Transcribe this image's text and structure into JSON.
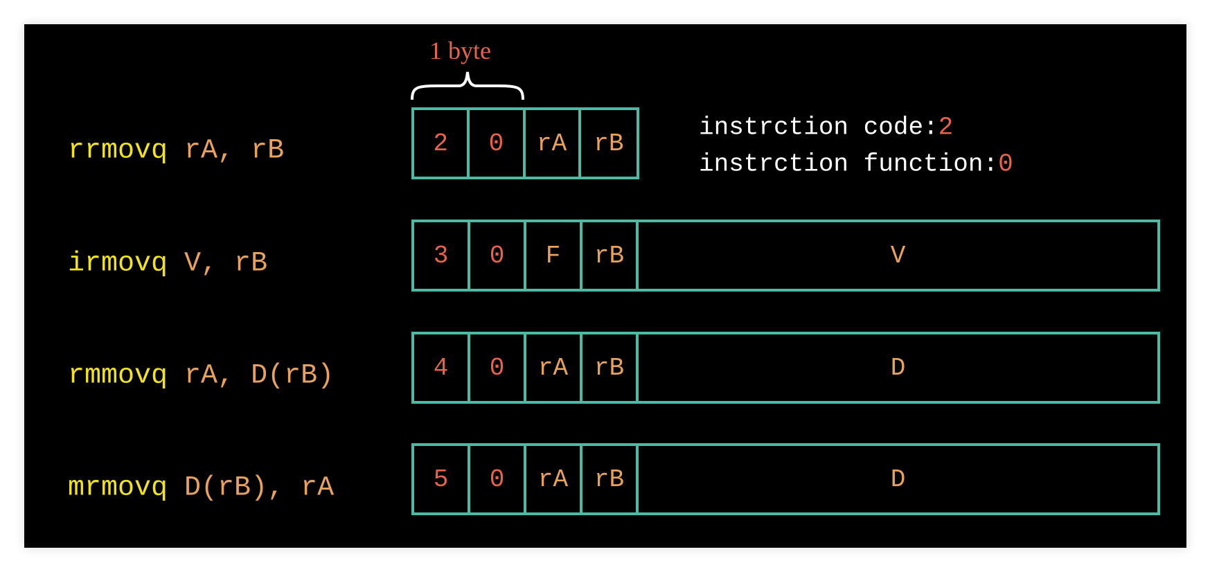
{
  "byte_label": "1 byte",
  "info": {
    "code_label": "instrction code:",
    "code_value": "2",
    "function_label": "instrction function:",
    "function_value": "0"
  },
  "rows": [
    {
      "mnemonic": "rrmovq",
      "operands": "rA, rB",
      "cells": [
        "2",
        "0",
        "rA",
        "rB"
      ]
    },
    {
      "mnemonic": "irmovq",
      "operands": "V, rB",
      "cells": [
        "3",
        "0",
        "F",
        "rB"
      ],
      "wide": "V"
    },
    {
      "mnemonic": "rmmovq",
      "operands": "rA, D(rB)",
      "cells": [
        "4",
        "0",
        "rA",
        "rB"
      ],
      "wide": "D"
    },
    {
      "mnemonic": "mrmovq",
      "operands": "D(rB), rA",
      "cells": [
        "5",
        "0",
        "rA",
        "rB"
      ],
      "wide": "D"
    }
  ],
  "colors": {
    "mnemonic": "#f3e41a",
    "operand": "#e9a25b",
    "code": "#e8624c",
    "border": "#4cbba3"
  }
}
